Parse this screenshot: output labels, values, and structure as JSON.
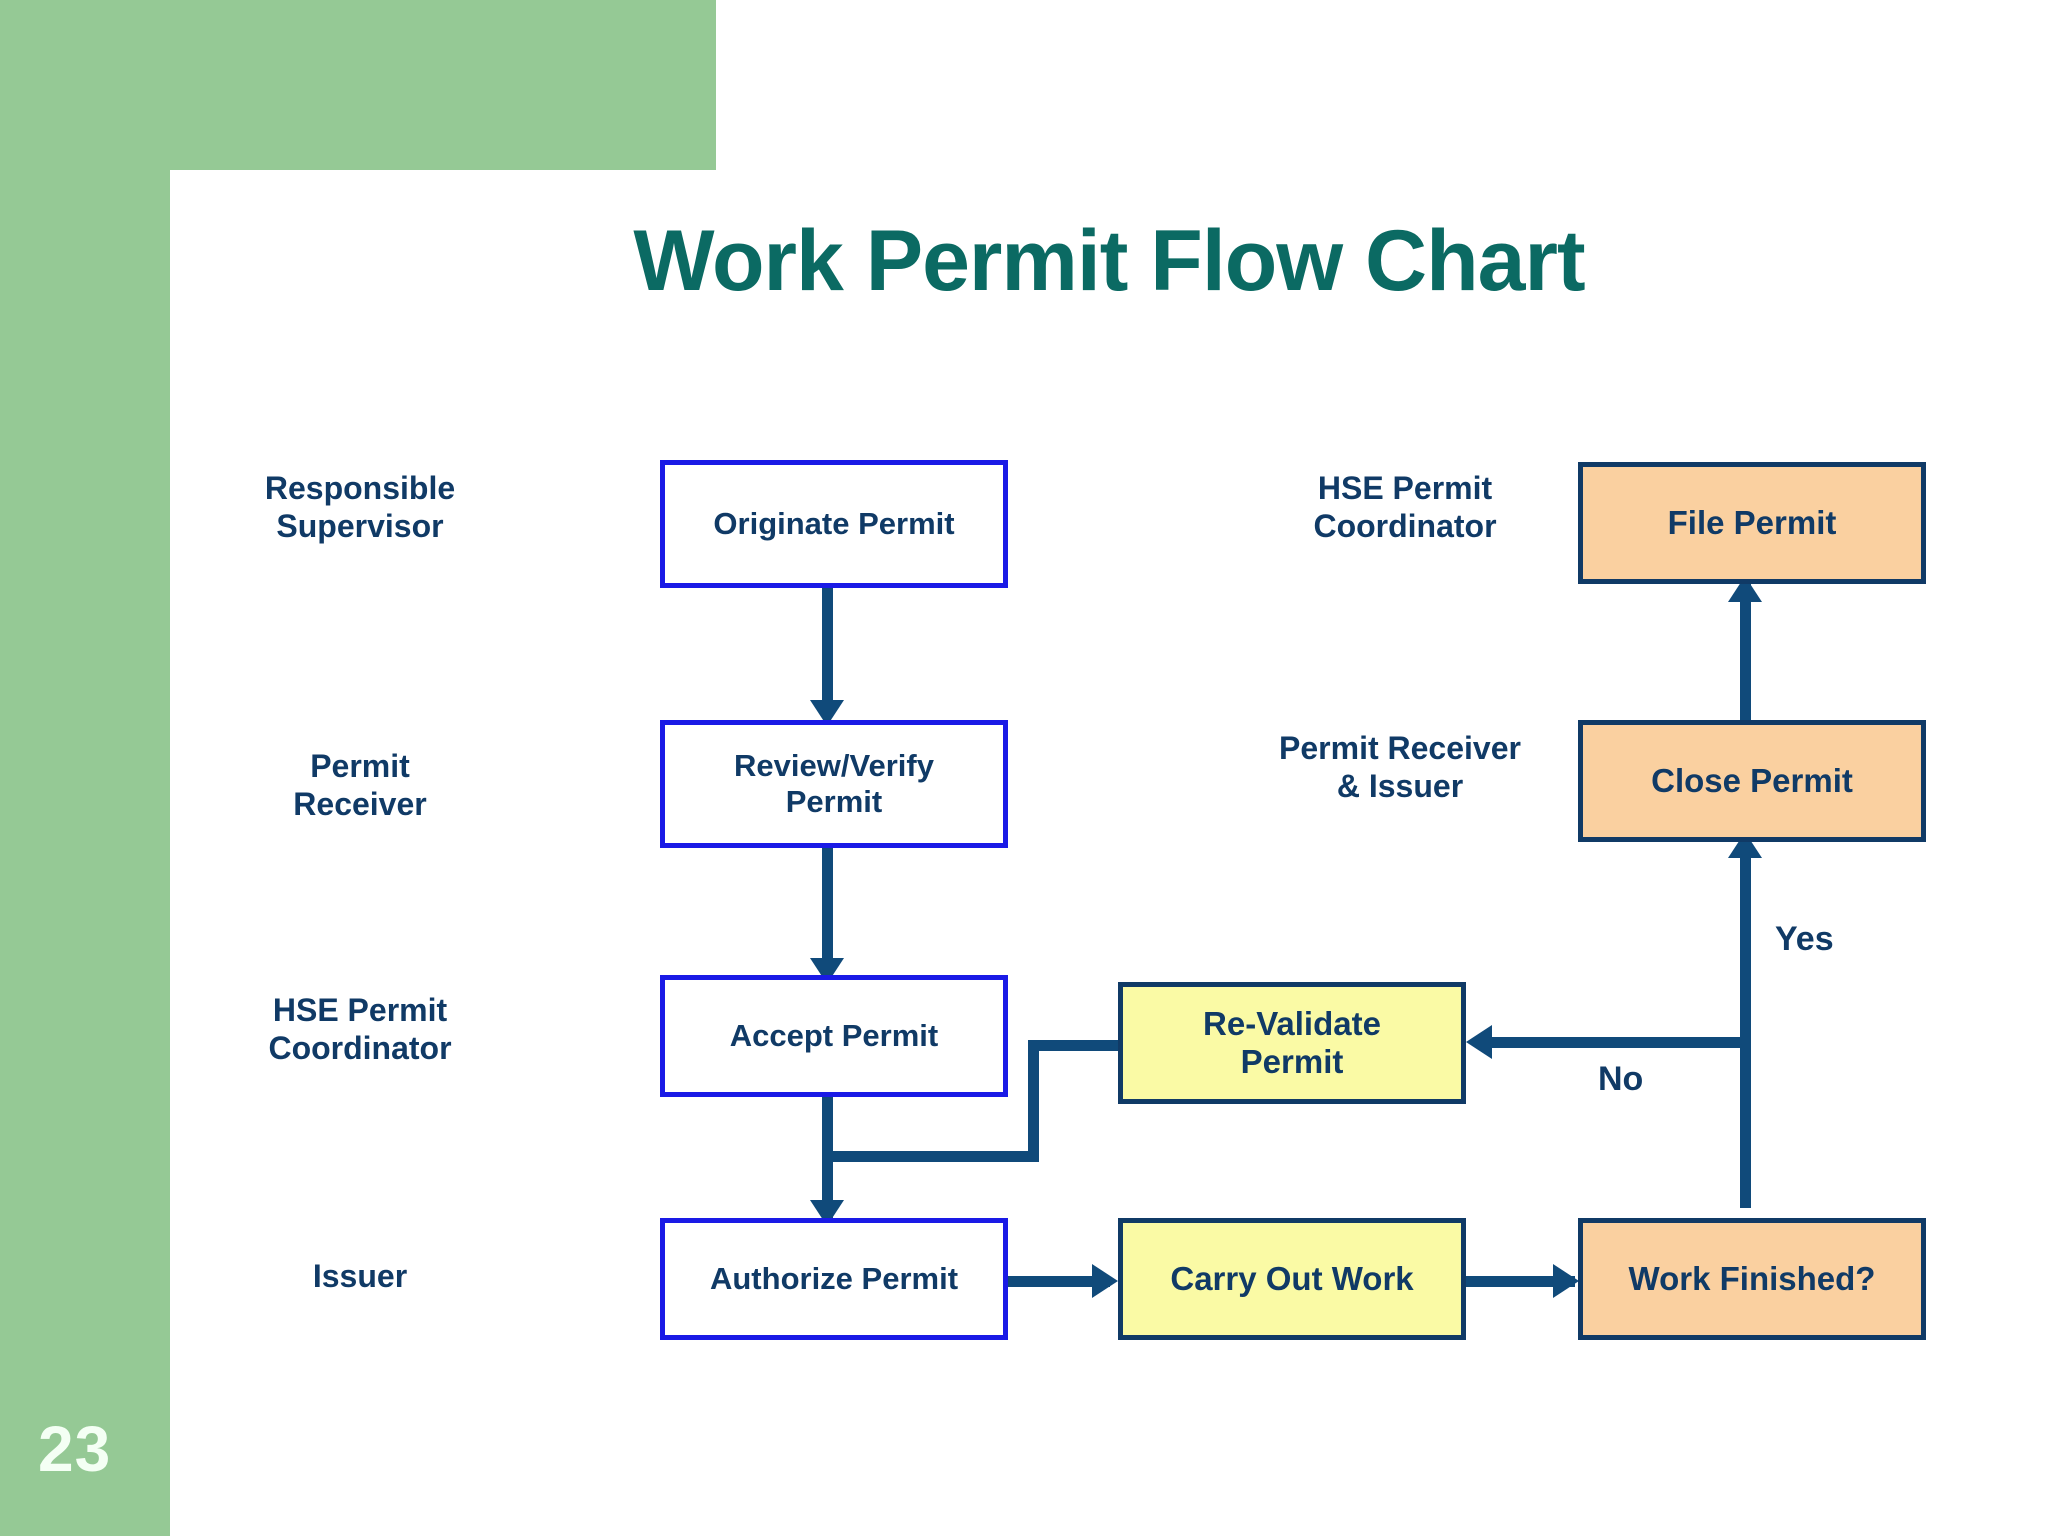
{
  "slide": {
    "title": "Work Permit Flow Chart",
    "page_number": "23",
    "accent_green": "#95c995",
    "title_color": "#0b6a63",
    "text_navy": "#103a66",
    "blue_border": "#1a1ae6",
    "orange_fill": "#fad0a0",
    "yellow_fill": "#fafaa5",
    "connector_color": "#104a7a"
  },
  "chart_data": {
    "type": "diagram",
    "title": "Work Permit Flow Chart",
    "role_labels_left": [
      {
        "id": "responsible-supervisor",
        "text": "Responsible\nSupervisor",
        "line1": "Responsible",
        "line2": "Supervisor"
      },
      {
        "id": "permit-receiver",
        "text": "Permit\nReceiver",
        "line1": "Permit",
        "line2": "Receiver"
      },
      {
        "id": "hse-permit-coordinator",
        "text": "HSE Permit\nCoordinator",
        "line1": "HSE Permit",
        "line2": "Coordinator"
      },
      {
        "id": "issuer",
        "text": "Issuer",
        "line1": "Issuer",
        "line2": ""
      }
    ],
    "role_labels_right": [
      {
        "id": "hse-permit-coordinator-right",
        "text": "HSE Permit\nCoordinator",
        "line1": "HSE Permit",
        "line2": "Coordinator"
      },
      {
        "id": "permit-receiver-and-issuer",
        "text": "Permit Receiver\n& Issuer",
        "line1": "Permit Receiver",
        "line2": "& Issuer"
      }
    ],
    "nodes": [
      {
        "id": "originate-permit",
        "label": "Originate Permit",
        "style": "blue"
      },
      {
        "id": "review-verify-permit",
        "label": "Review/Verify\nPermit",
        "line1": "Review/Verify",
        "line2": "Permit",
        "style": "blue"
      },
      {
        "id": "accept-permit",
        "label": "Accept Permit",
        "style": "blue"
      },
      {
        "id": "authorize-permit",
        "label": "Authorize Permit",
        "style": "blue"
      },
      {
        "id": "carry-out-work",
        "label": "Carry Out Work",
        "style": "yellow"
      },
      {
        "id": "work-finished",
        "label": "Work Finished?",
        "style": "orange"
      },
      {
        "id": "re-validate-permit",
        "label": "Re-Validate\nPermit",
        "line1": "Re-Validate",
        "line2": "Permit",
        "style": "yellow"
      },
      {
        "id": "close-permit",
        "label": "Close Permit",
        "style": "orange"
      },
      {
        "id": "file-permit",
        "label": "File Permit",
        "style": "orange"
      }
    ],
    "edges": [
      {
        "from": "originate-permit",
        "to": "review-verify-permit",
        "label": ""
      },
      {
        "from": "review-verify-permit",
        "to": "accept-permit",
        "label": ""
      },
      {
        "from": "accept-permit",
        "to": "authorize-permit",
        "label": ""
      },
      {
        "from": "authorize-permit",
        "to": "carry-out-work",
        "label": ""
      },
      {
        "from": "carry-out-work",
        "to": "work-finished",
        "label": ""
      },
      {
        "from": "work-finished",
        "to": "re-validate-permit",
        "label": "No"
      },
      {
        "from": "work-finished",
        "to": "close-permit",
        "label": "Yes"
      },
      {
        "from": "close-permit",
        "to": "file-permit",
        "label": ""
      },
      {
        "from": "re-validate-permit",
        "to": "authorize-permit",
        "label": ""
      }
    ],
    "edge_labels": {
      "yes": "Yes",
      "no": "No"
    }
  }
}
